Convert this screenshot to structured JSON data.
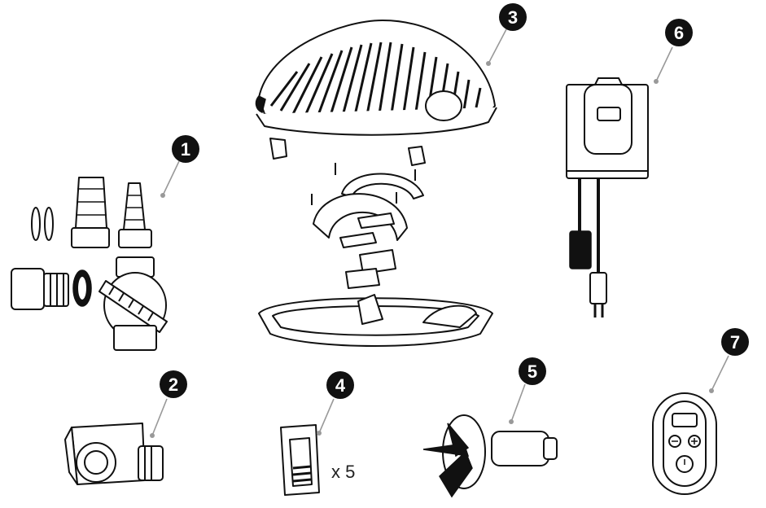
{
  "callouts": [
    {
      "num": "1",
      "part": "hose-connector-set"
    },
    {
      "num": "2",
      "part": "pump-housing"
    },
    {
      "num": "3",
      "part": "filter-dome-assembly"
    },
    {
      "num": "4",
      "part": "clip"
    },
    {
      "num": "5",
      "part": "impeller"
    },
    {
      "num": "6",
      "part": "control-unit"
    },
    {
      "num": "7",
      "part": "remote-control"
    }
  ],
  "quantity_label": "x 5",
  "colors": {
    "ink": "#111111",
    "leader": "#999999",
    "badge": "#111111",
    "badge_text": "#ffffff"
  }
}
